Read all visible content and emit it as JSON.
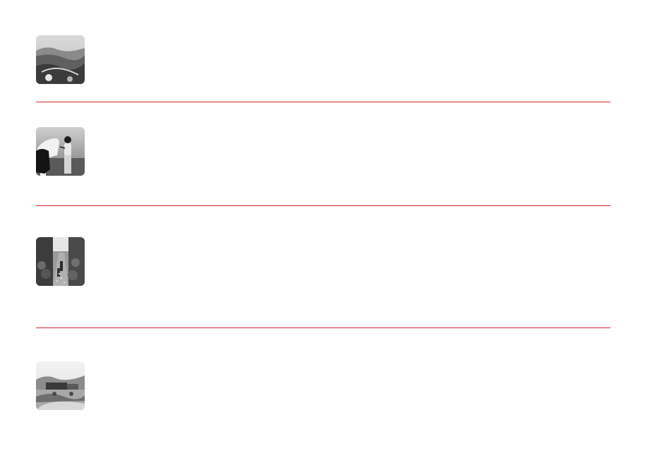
{
  "accent_color": "#d22a2f",
  "entries": [
    {
      "thumbnail_icon": "valley-landscape-photo"
    },
    {
      "thumbnail_icon": "woman-with-horse-photo"
    },
    {
      "thumbnail_icon": "village-street-photo"
    },
    {
      "thumbnail_icon": "garden-landscape-photo"
    }
  ]
}
